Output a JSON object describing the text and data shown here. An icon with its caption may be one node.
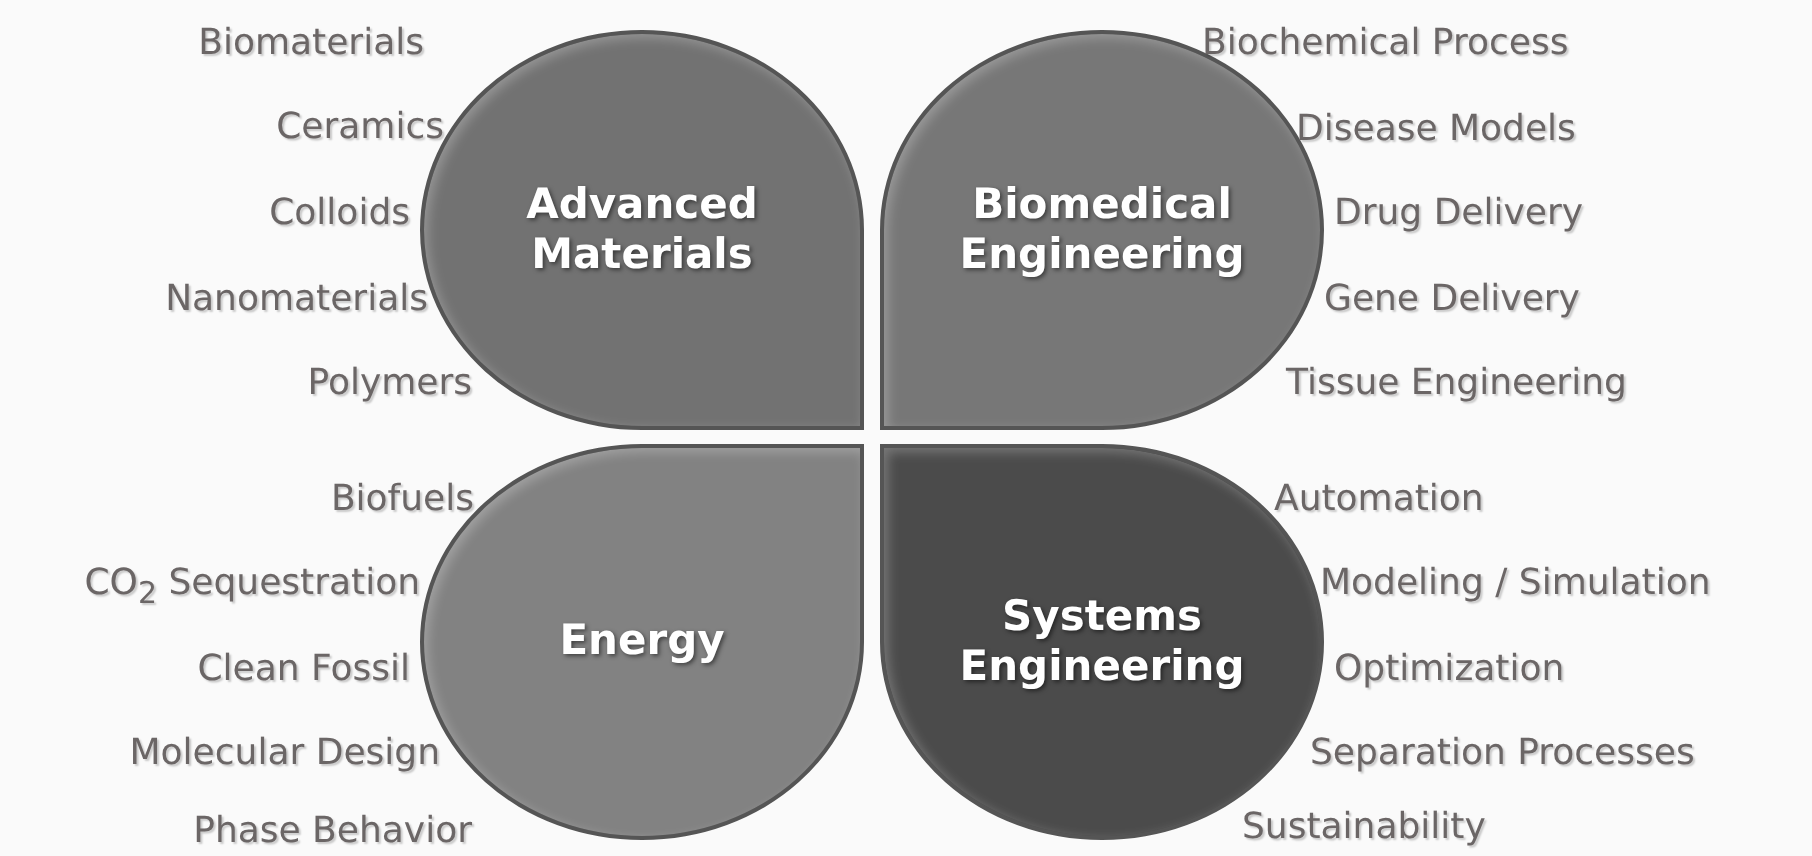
{
  "diagram": {
    "nodes": [
      {
        "text": [
          "Advanced Materials"
        ],
        "beside": [
          "Biomaterials",
          "Ceramics",
          "Colloids",
          "Nanomaterials",
          "Polymers"
        ]
      },
      {
        "text": [
          "Biomedical Engineering"
        ],
        "beside": [
          "Biochemical Process",
          "Disease Models",
          "Drug Delivery",
          "Gene Delivery",
          "Tissue Engineering"
        ]
      },
      {
        "text": [
          "Energy"
        ],
        "beside": [
          "Biofuels",
          "CO$_{2}$ Sequestration",
          "Clean Fossil",
          "Molecular Design",
          "Phase Behavior"
        ]
      },
      {
        "text": [
          "Systems Engineering"
        ],
        "beside": [
          "Automation",
          "Modeling / Simulation",
          "Optimization",
          "Separation Processes",
          "Sustainability"
        ]
      }
    ]
  }
}
